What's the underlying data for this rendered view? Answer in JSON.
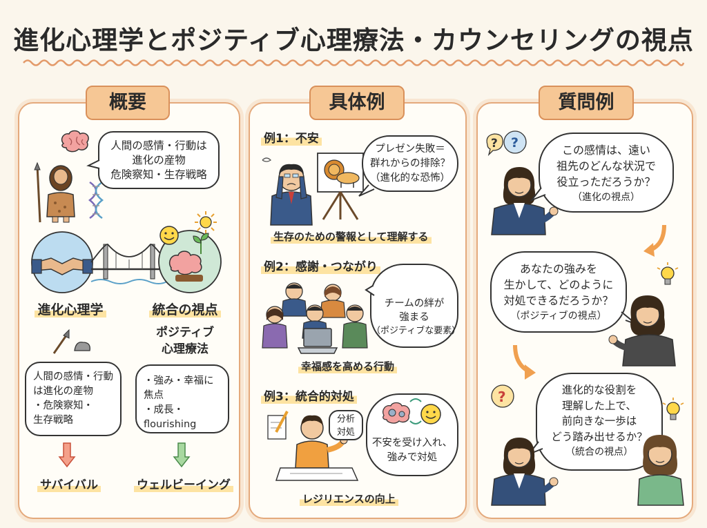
{
  "title": "進化心理学とポジティブ心理療法・カウンセリングの視点",
  "overview": {
    "tab": "概要",
    "bubble_top": [
      "人間の感情・行動は",
      "進化の産物",
      "危険察知・生存戦略"
    ],
    "label_evo": "進化心理学",
    "label_integrate": "統合の視点",
    "label_positive": [
      "ポジティブ",
      "心理療法"
    ],
    "evo_box": [
      "人間の感情・行動",
      "は進化の産物",
      "・危険察知・",
      "生存戦略"
    ],
    "pos_box": [
      "・強み・幸福に",
      "焦点",
      "・成長・flourishing"
    ],
    "bottom_left": "サバイバル",
    "bottom_right": "ウェルビーイング"
  },
  "examples": {
    "tab": "具体例",
    "ex1": {
      "heading": "例1：不安",
      "bubble": [
        "プレゼン失敗＝",
        "群れからの排除？",
        "（進化的な恐怖）"
      ],
      "caption": "生存のための警報として理解する"
    },
    "ex2": {
      "heading": "例2：感謝・つながり",
      "bubble": [
        "チームの絆が",
        "強まる",
        "（ポジティブな要素）"
      ],
      "caption": "幸福感を高める行動"
    },
    "ex3": {
      "heading": "例3：統合的対処",
      "note": [
        "分析",
        "対処"
      ],
      "bubble": [
        "不安を受け入れ、",
        "強みで対処"
      ],
      "caption": "レジリエンスの向上"
    }
  },
  "questions": {
    "tab": "質問例",
    "q1": [
      "この感情は、遠い",
      "祖先のどんな状況で",
      "役立っただろうか？",
      "（進化の視点）"
    ],
    "q2": [
      "あなたの強みを",
      "生かして、どのように",
      "対処できるだろうか？",
      "（ポジティブの視点）"
    ],
    "q3": [
      "進化的な役割を",
      "理解した上で、",
      "前向きな一歩は",
      "どう踏み出せるか？",
      "（統合の視点）"
    ]
  },
  "colors": {
    "panel_border": "#e4a97c",
    "tab_fill": "#f6c795",
    "highlight": "#fde3a2",
    "arrow_red": "#e8735a",
    "arrow_green": "#6aa86a",
    "arrow_orange": "#f0a050"
  },
  "icons": [
    "brain-icon",
    "dna-icon",
    "caveman-icon",
    "handshake-icon",
    "bridge-icon",
    "sun-icon",
    "smiley-icon",
    "sprout-icon",
    "stone-tool-icon",
    "lion-icon",
    "heart-icon",
    "lightbulb-icon",
    "question-icon",
    "gear-icon",
    "pencil-icon",
    "laptop-icon"
  ]
}
